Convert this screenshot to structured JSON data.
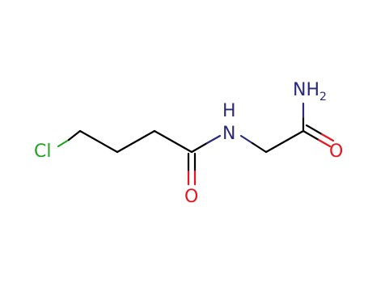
{
  "atoms": {
    "cl": {
      "label": "Cl",
      "color": "#1fa51f"
    },
    "o_amide": {
      "label": "O",
      "color": "#e8141e"
    },
    "n_amide": {
      "label": "H",
      "sub_label": "N",
      "color": "#2a2a78"
    },
    "n_amine": {
      "label": "NH",
      "subscript": "2",
      "color": "#2a2a78"
    },
    "o_amine": {
      "label": "O",
      "color": "#e8141e"
    }
  },
  "bond_color": "#000000"
}
